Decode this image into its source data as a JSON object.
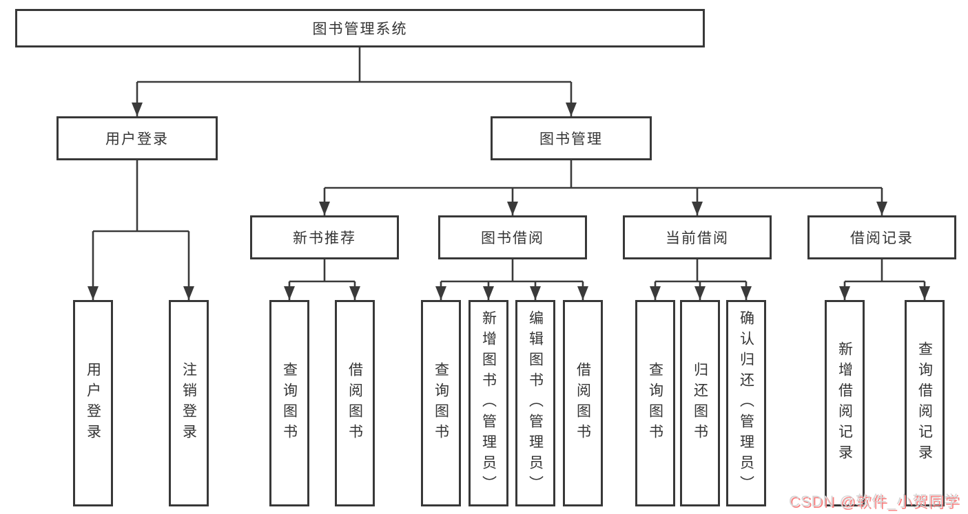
{
  "tree": {
    "label": "图书管理系统",
    "children": [
      {
        "label": "用户登录",
        "children": [
          {
            "label": "用户登录"
          },
          {
            "label": "注销登录"
          }
        ]
      },
      {
        "label": "图书管理",
        "children": [
          {
            "label": "新书推荐",
            "children": [
              {
                "label": "查询图书"
              },
              {
                "label": "借阅图书"
              }
            ]
          },
          {
            "label": "图书借阅",
            "children": [
              {
                "label": "查询图书"
              },
              {
                "label": "新增图书（管理员）"
              },
              {
                "label": "编辑图书（管理员）"
              },
              {
                "label": "借阅图书"
              }
            ]
          },
          {
            "label": "当前借阅",
            "children": [
              {
                "label": "查询图书"
              },
              {
                "label": "归还图书"
              },
              {
                "label": "确认归还（管理员）"
              }
            ]
          },
          {
            "label": "借阅记录",
            "children": [
              {
                "label": "新增借阅记录"
              },
              {
                "label": "查询借阅记录"
              }
            ]
          }
        ]
      }
    ]
  },
  "watermark": {
    "text": "CSDN @软件_小贺同学",
    "text_color": "#d6d6d6",
    "shadow_color": "#f87f7f"
  },
  "colors": {
    "line": "#3a3a3a",
    "box_border": "#383838",
    "text": "#343434",
    "background": "#ffffff"
  }
}
